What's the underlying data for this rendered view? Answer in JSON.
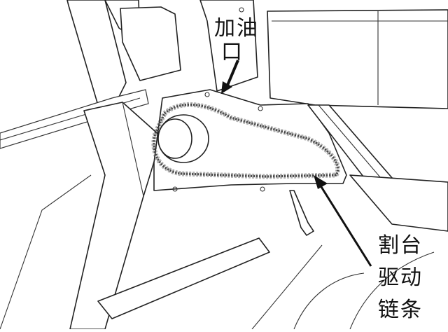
{
  "labels": {
    "fill_port_line1": "加油",
    "fill_port_line2": "口",
    "chain_line1": "割台",
    "chain_line2": "驱动",
    "chain_line3": "链条"
  },
  "colors": {
    "line": "#222222",
    "background": "#ffffff"
  }
}
